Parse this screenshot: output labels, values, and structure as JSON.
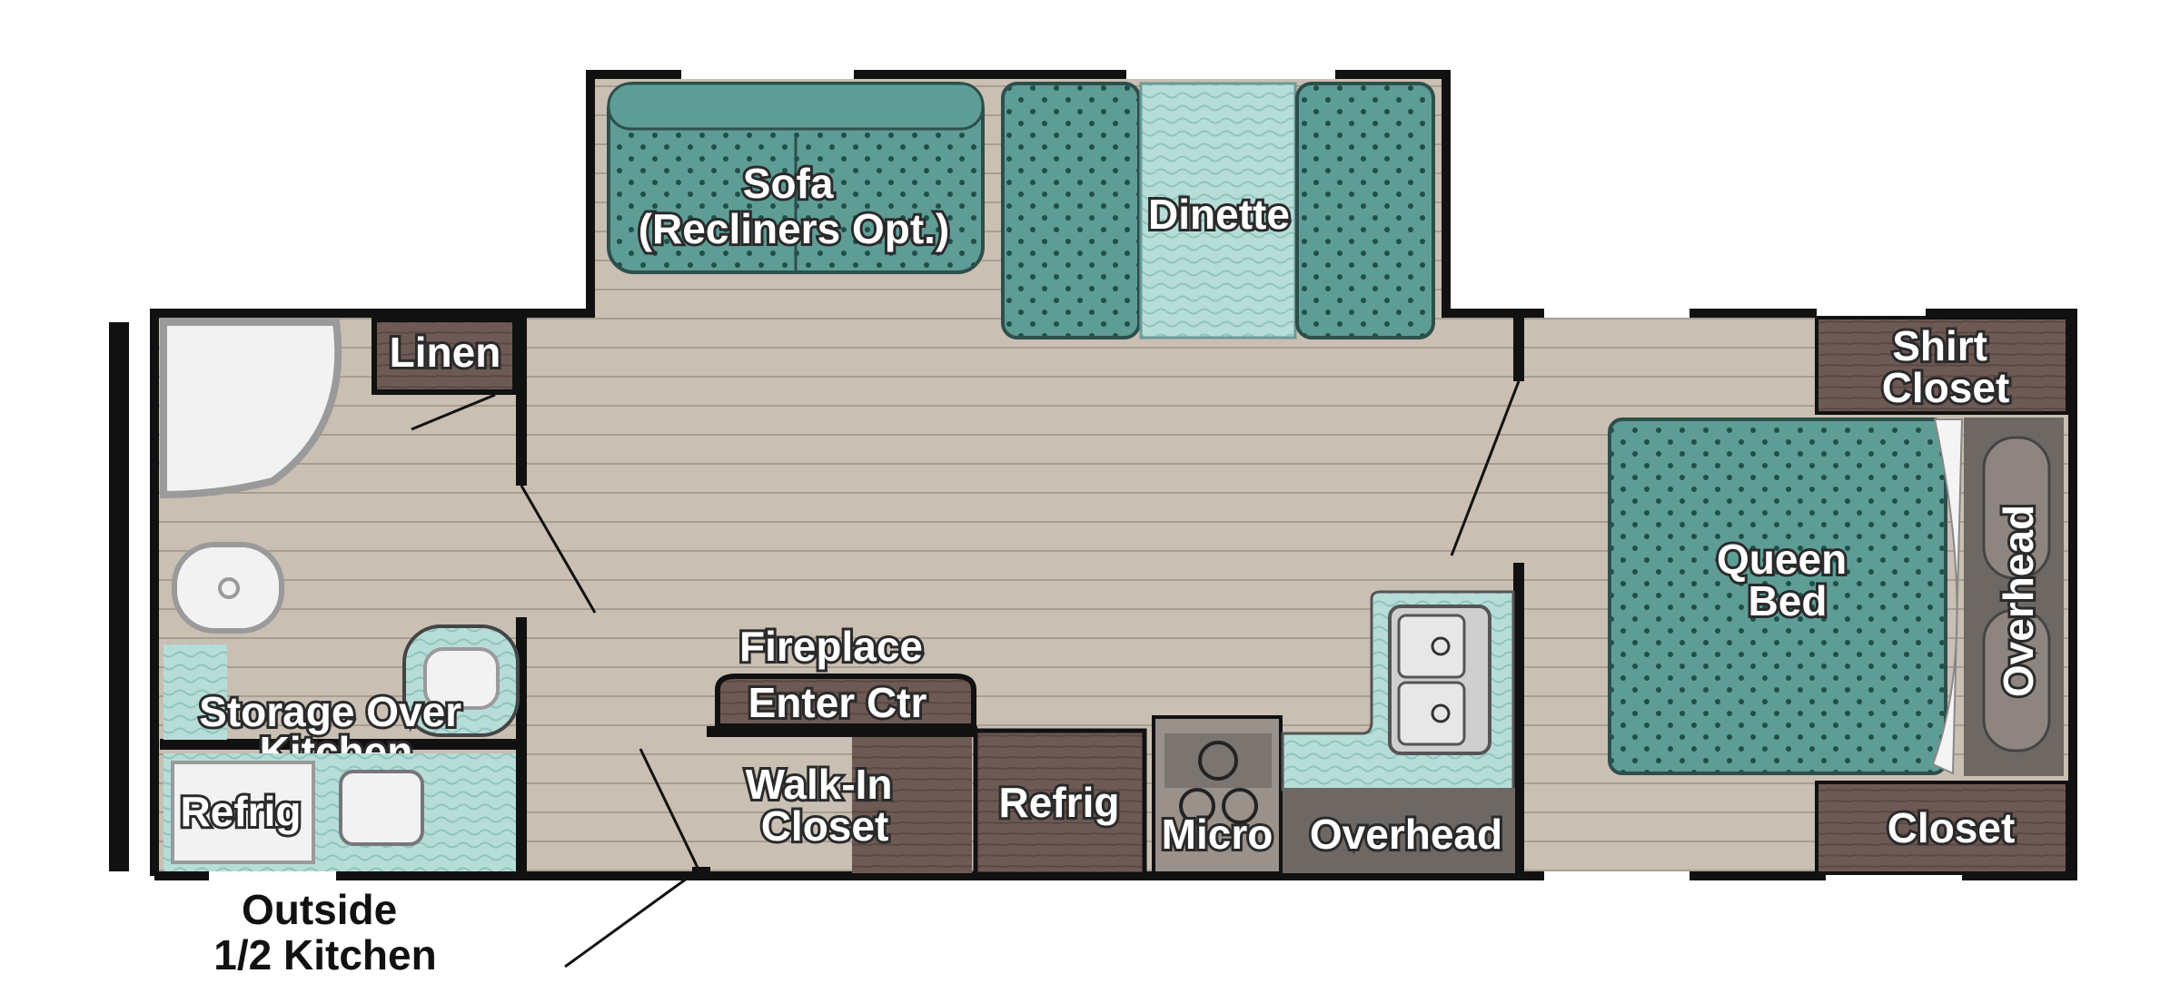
{
  "labels": {
    "sofa": "Sofa",
    "sofa_note": "(Recliners Opt.)",
    "dinette": "Dinette",
    "linen": "Linen",
    "shirt_closet_1": "Shirt",
    "shirt_closet_2": "Closet",
    "queen_bed_1": "Queen",
    "queen_bed_2": "Bed",
    "overhead_bed": "Overhead",
    "fireplace": "Fireplace",
    "enter_ctr": "Enter Ctr",
    "storage_1": "Storage Over",
    "storage_2": "Kitchen",
    "refrig_outside": "Refrig",
    "walk_in_1": "Walk-In",
    "walk_in_2": "Closet",
    "refrig": "Refrig",
    "micro": "Micro",
    "overhead_kitchen": "Overhead",
    "closet": "Closet",
    "outside_kitchen_1": "Outside",
    "outside_kitchen_2": "1/2 Kitchen"
  },
  "colors": {
    "floor": "#c9bfb3",
    "teal": "#5e9d96",
    "light_teal": "#b7ddd9",
    "cabinet": "#6e5a55",
    "wall": "#111111"
  }
}
